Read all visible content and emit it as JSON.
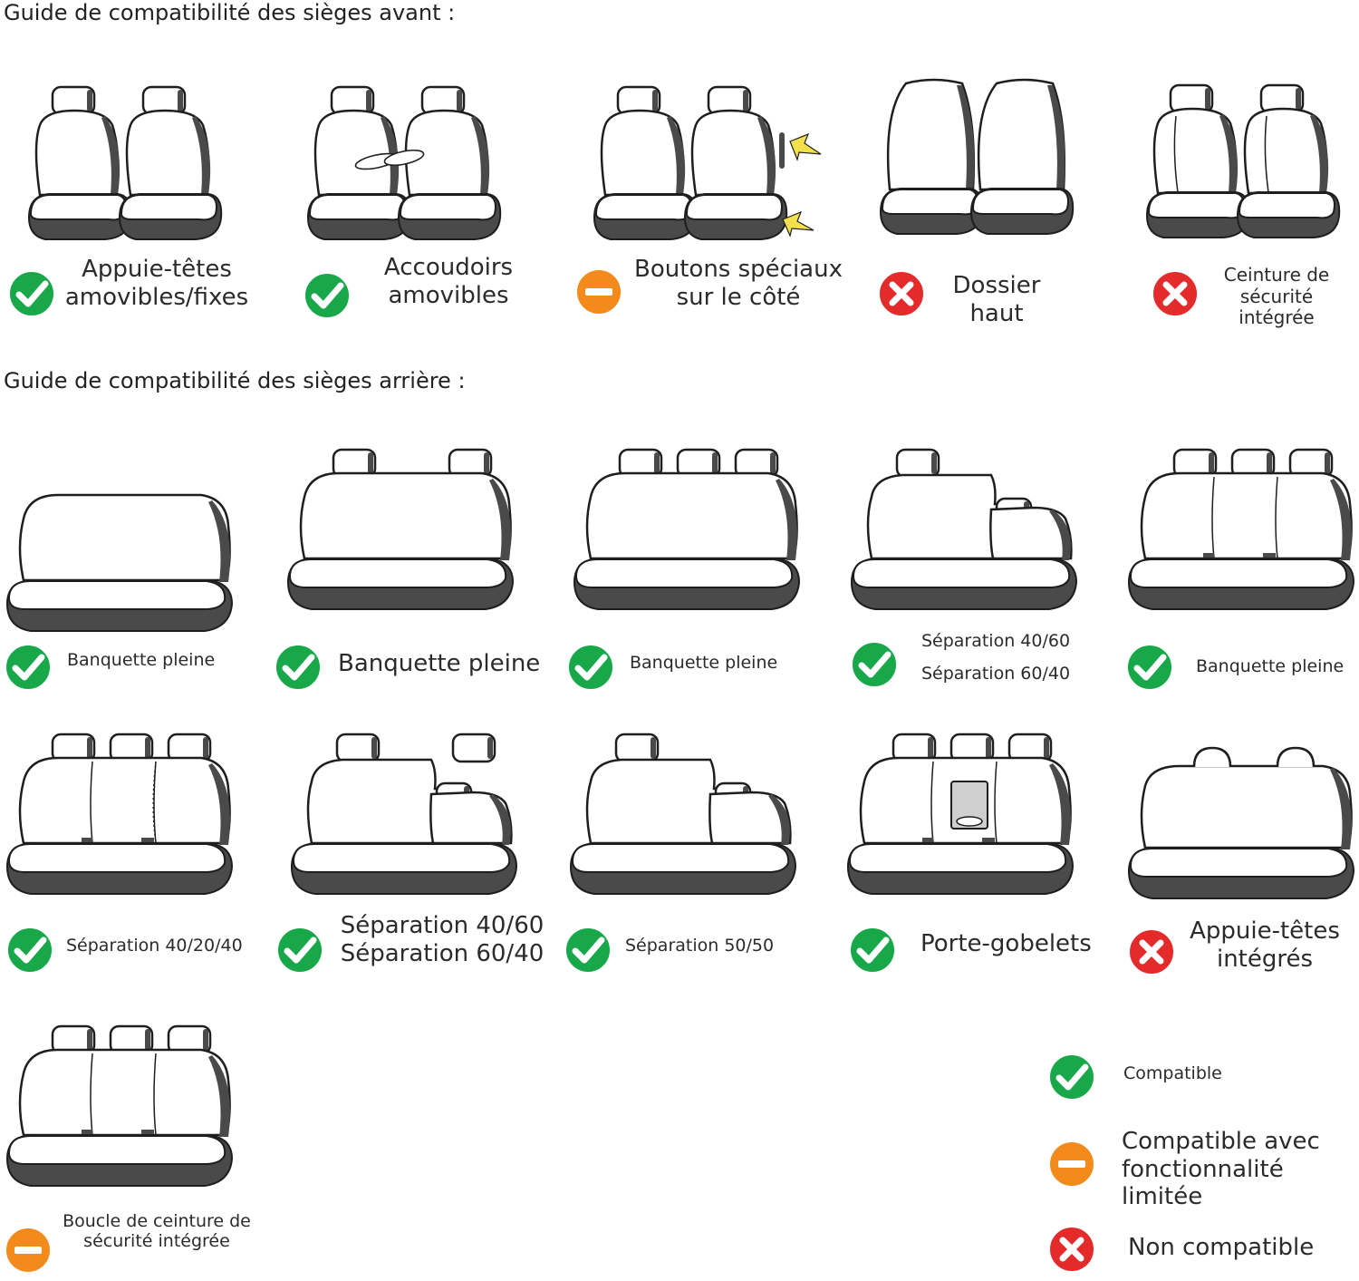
{
  "front_section": {
    "heading": "Guide de compatibilité des sièges avant :",
    "items": [
      {
        "lines": [
          "Appuie-têtes",
          "amovibles/fixes"
        ],
        "status": "compatible",
        "icon": "separate-seats-removable-headrests"
      },
      {
        "lines": [
          "Accoudoirs",
          "amovibles"
        ],
        "status": "compatible",
        "icon": "separate-seats-armrests"
      },
      {
        "lines": [
          "Boutons spéciaux",
          "sur le côté"
        ],
        "status": "limited",
        "icon": "separate-seats-side-buttons"
      },
      {
        "lines": [
          "Dossier",
          "haut"
        ],
        "status": "incompatible",
        "icon": "high-back-seats"
      },
      {
        "lines": [
          "Ceinture de",
          "sécurité",
          "intégrée"
        ],
        "status": "incompatible",
        "icon": "seats-integrated-seatbelt"
      }
    ]
  },
  "rear_section": {
    "heading": "Guide de compatibilité des sièges arrière :",
    "items": [
      {
        "lines": [
          "Banquette pleine"
        ],
        "status": "compatible",
        "icon": "bench-no-headrest"
      },
      {
        "lines": [
          "Banquette pleine"
        ],
        "status": "compatible",
        "icon": "bench-two-headrests"
      },
      {
        "lines": [
          "Banquette pleine"
        ],
        "status": "compatible",
        "icon": "bench-three-headrests"
      },
      {
        "lines": [
          "Séparation 40/60",
          "Séparation 60/40"
        ],
        "status": "compatible",
        "icon": "bench-split-40-60"
      },
      {
        "lines": [
          "Banquette pleine"
        ],
        "status": "compatible",
        "icon": "bench-three-headrests-seams"
      },
      {
        "lines": [
          "Séparation 40/20/40"
        ],
        "status": "compatible",
        "icon": "bench-split-40-20-40"
      },
      {
        "lines": [
          "Séparation 40/60",
          "Séparation 60/40"
        ],
        "status": "compatible",
        "icon": "bench-split-two-headrests"
      },
      {
        "lines": [
          "Séparation 50/50"
        ],
        "status": "compatible",
        "icon": "bench-split-50-50"
      },
      {
        "lines": [
          "Porte-gobelets"
        ],
        "status": "compatible",
        "icon": "bench-cup-holder"
      },
      {
        "lines": [
          "Appuie-têtes",
          "intégrés"
        ],
        "status": "incompatible",
        "icon": "bench-integrated-headrests"
      },
      {
        "lines": [
          "Boucle de ceinture de",
          "sécurité intégrée"
        ],
        "status": "limited",
        "icon": "bench-integrated-buckle"
      }
    ]
  },
  "legend": [
    {
      "status": "compatible",
      "lines": [
        "Compatible"
      ]
    },
    {
      "status": "limited",
      "lines": [
        "Compatible avec",
        "fonctionnalité",
        "limitée"
      ]
    },
    {
      "status": "incompatible",
      "lines": [
        "Non compatible"
      ]
    }
  ],
  "colors": {
    "compatible": "#18a84a",
    "limited": "#f28a1c",
    "incompatible": "#e32b2b",
    "seat_fill": "#ffffff",
    "seat_shadow": "#4a4a4a",
    "seat_outline": "#1e1e1e",
    "arrow": "#f3e04a"
  }
}
